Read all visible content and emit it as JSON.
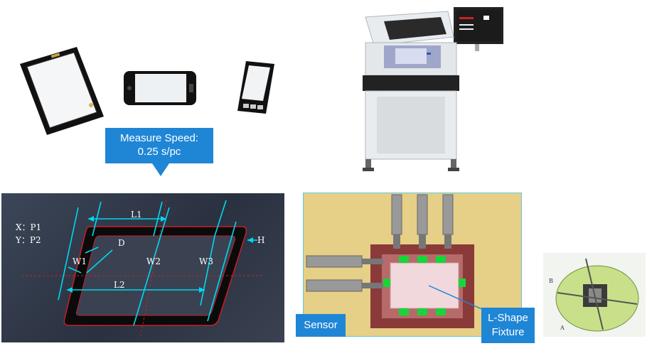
{
  "speed_callout": {
    "line1": "Measure Speed:",
    "line2": "0.25 s/pc"
  },
  "measure_diagram": {
    "coord_x": "X：P1",
    "coord_y": "Y：P2",
    "labels": {
      "l1": "L1",
      "l2": "L2",
      "w1": "W1",
      "w2": "W2",
      "w3": "W3",
      "d": "D",
      "h": "H"
    }
  },
  "fixture": {
    "sensor_label": "Sensor",
    "lshape_label_line1": "L-Shape",
    "lshape_label_line2": "Fixture"
  },
  "cad_view": {
    "label_a": "A",
    "label_b": "B"
  },
  "colors": {
    "callout_blue": "#1f86d6",
    "measure_cyan": "#00d8f0",
    "fixture_green": "#19d43a",
    "fixture_body": "#8b3a3a"
  }
}
